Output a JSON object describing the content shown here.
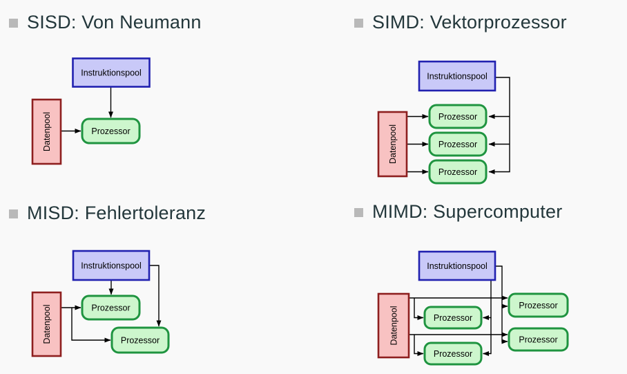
{
  "colors": {
    "background": "#f9f9f9",
    "title_text": "#23373b",
    "bullet": "#b9b9b9",
    "instruction_pool_fill": "#c9c9f8",
    "instruction_pool_border": "#2121b0",
    "data_pool_fill": "#f8c2c2",
    "data_pool_border": "#8e1f1f",
    "processor_fill": "#cdf6cd",
    "processor_border": "#1f9440",
    "arrow": "#000000"
  },
  "labels": {
    "instruction_pool": "Instruktionspool",
    "data_pool": "Datenpool",
    "processor": "Prozessor"
  },
  "sections": [
    {
      "id": "sisd",
      "title": "SISD: Von Neumann"
    },
    {
      "id": "simd",
      "title": "SIMD: Vektorprozessor"
    },
    {
      "id": "misd",
      "title": "MISD: Fehlertoleranz"
    },
    {
      "id": "mimd",
      "title": "MIMD: Supercomputer"
    }
  ]
}
